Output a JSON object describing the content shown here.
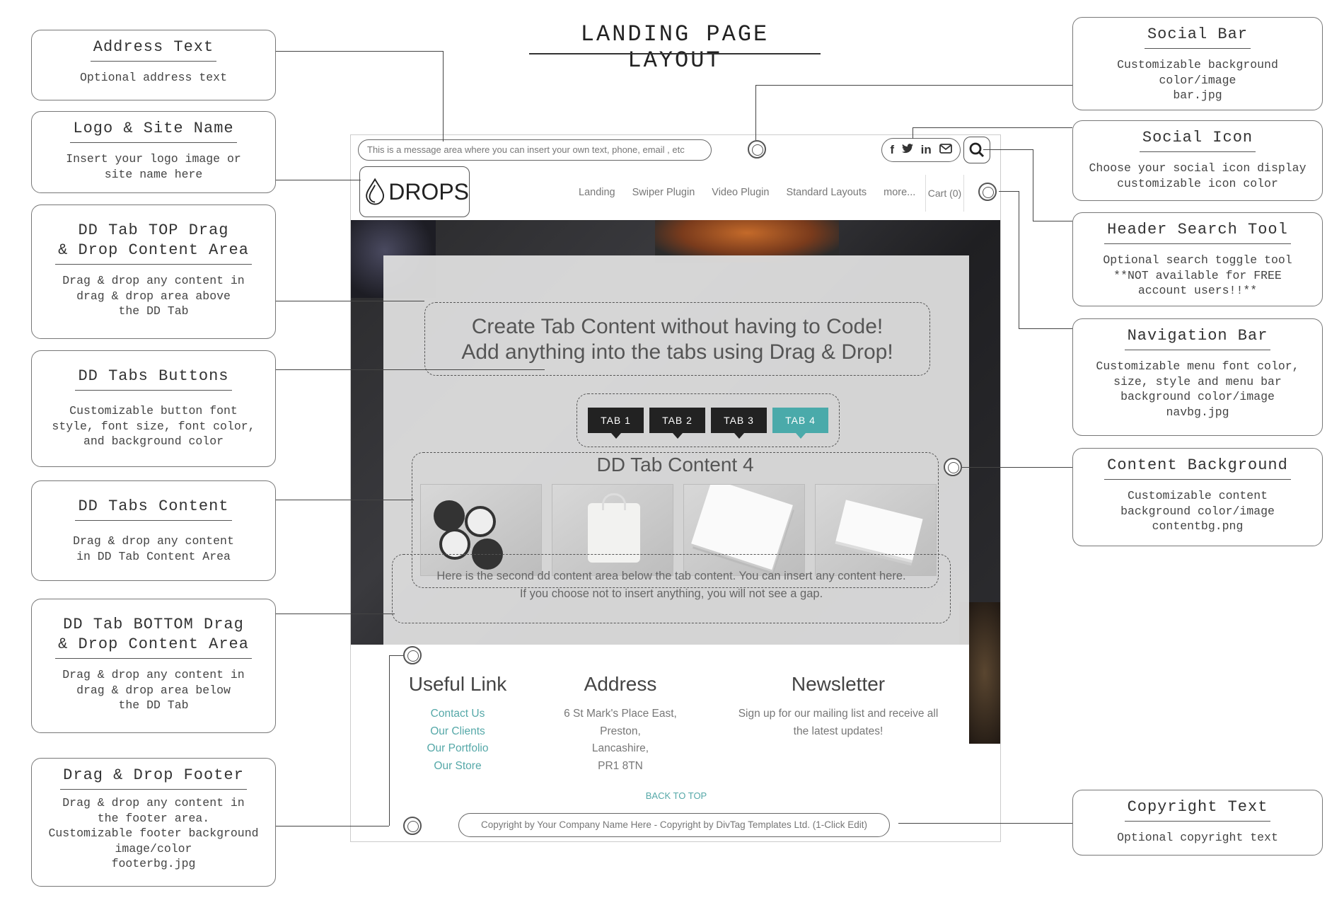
{
  "title": "LANDING PAGE LAYOUT",
  "callouts": {
    "address_text": {
      "title": "Address Text",
      "desc": "Optional address text"
    },
    "logo_site_name": {
      "title": "Logo & Site Name",
      "desc": "Insert your logo image or\nsite name here"
    },
    "dd_tab_top": {
      "title": "DD Tab TOP Drag\n& Drop Content Area",
      "desc": "Drag & drop any content in\ndrag & drop area above\nthe DD Tab"
    },
    "dd_tabs_buttons": {
      "title": "DD Tabs Buttons",
      "desc": "Customizable button font\nstyle, font size, font color,\nand background color"
    },
    "dd_tabs_content": {
      "title": "DD Tabs Content",
      "desc": "Drag & drop any content\nin DD Tab Content Area"
    },
    "dd_tab_bottom": {
      "title": "DD Tab BOTTOM Drag\n& Drop Content Area",
      "desc": "Drag & drop any content in\ndrag & drop area below\nthe DD Tab"
    },
    "footer": {
      "title": "Drag & Drop Footer",
      "desc": "Drag & drop any content in\nthe footer area.\nCustomizable footer background\nimage/color\nfooterbg.jpg"
    },
    "social_bar": {
      "title": "Social Bar",
      "desc": "Customizable background\ncolor/image\nbar.jpg"
    },
    "social_icon": {
      "title": "Social Icon",
      "desc": "Choose your social icon display\ncustomizable icon color"
    },
    "header_search": {
      "title": "Header Search Tool",
      "desc": "Optional search toggle tool\n**NOT available for FREE\naccount users!!**"
    },
    "navigation_bar": {
      "title": "Navigation Bar",
      "desc": "Customizable menu font color,\nsize, style and menu bar\nbackground color/image\nnavbg.jpg"
    },
    "content_background": {
      "title": "Content Background",
      "desc": "Customizable content\nbackground color/image\ncontentbg.png"
    },
    "copyright": {
      "title": "Copyright Text",
      "desc": "Optional copyright text"
    }
  },
  "mockup": {
    "message": "This is a message area where you can insert your own text, phone, email , etc",
    "logo_text": "DROPS",
    "nav": [
      "Landing",
      "Swiper Plugin",
      "Video Plugin",
      "Standard Layouts",
      "more..."
    ],
    "cart": "Cart (0)",
    "headline_1": "Create Tab Content without having to Code!",
    "headline_2": "Add anything into the tabs using Drag & Drop!",
    "tabs": [
      "TAB 1",
      "TAB 2",
      "TAB 3",
      "TAB 4"
    ],
    "tab_content_title": "DD Tab Content 4",
    "bottom_text_1": "Here is the second dd content area below the tab content. You can insert any content here.",
    "bottom_text_2": "If you choose not to insert anything, you will not see a gap.",
    "footer": {
      "useful_link_title": "Useful Link",
      "links": [
        "Contact Us",
        "Our Clients",
        "Our Portfolio",
        "Our Store"
      ],
      "address_title": "Address",
      "address": [
        "6 St Mark's Place East,",
        "Preston,",
        "Lancashire,",
        "PR1 8TN"
      ],
      "newsletter_title": "Newsletter",
      "newsletter_1": "Sign up for our mailing list and receive all",
      "newsletter_2": "the latest updates!",
      "back_to_top": "BACK TO TOP",
      "copyright": "Copyright by Your Company Name Here  - Copyright by DivTag Templates Ltd.  (1-Click Edit)"
    }
  },
  "colors": {
    "accent": "#4aaaaa",
    "tab": "#222222",
    "link": "#55a8a8"
  }
}
